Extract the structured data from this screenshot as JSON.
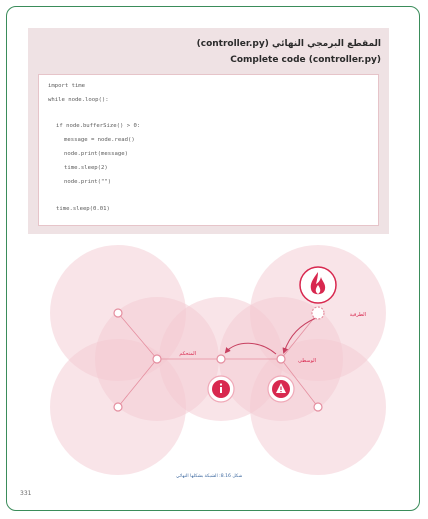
{
  "section": {
    "title_ar": "المقطع البرمجي النهائي (controller.py)",
    "title_en": "Complete code (controller.py)"
  },
  "code": {
    "lines": [
      "import time",
      "while node.loop():",
      "if node.bufferSize() > 0:",
      "message = node.read()",
      "node.print(message)",
      "time.sleep(2)",
      "node.print(\"\")",
      "time.sleep(0.01)"
    ]
  },
  "diagram": {
    "labels": {
      "edge": "الطرفية",
      "middle": "الوسطى",
      "controller": "المتحكم"
    },
    "icons": {
      "fire": "fire-icon",
      "warning": "warning-icon",
      "info": "info-icon"
    },
    "colors": {
      "circle_fill": "#f3c9d1",
      "accent": "#d8284f",
      "node_border": "#e58fa0"
    }
  },
  "caption": "شكل 8.16: الشبكة بشكلها النهائي",
  "page_number": "331"
}
